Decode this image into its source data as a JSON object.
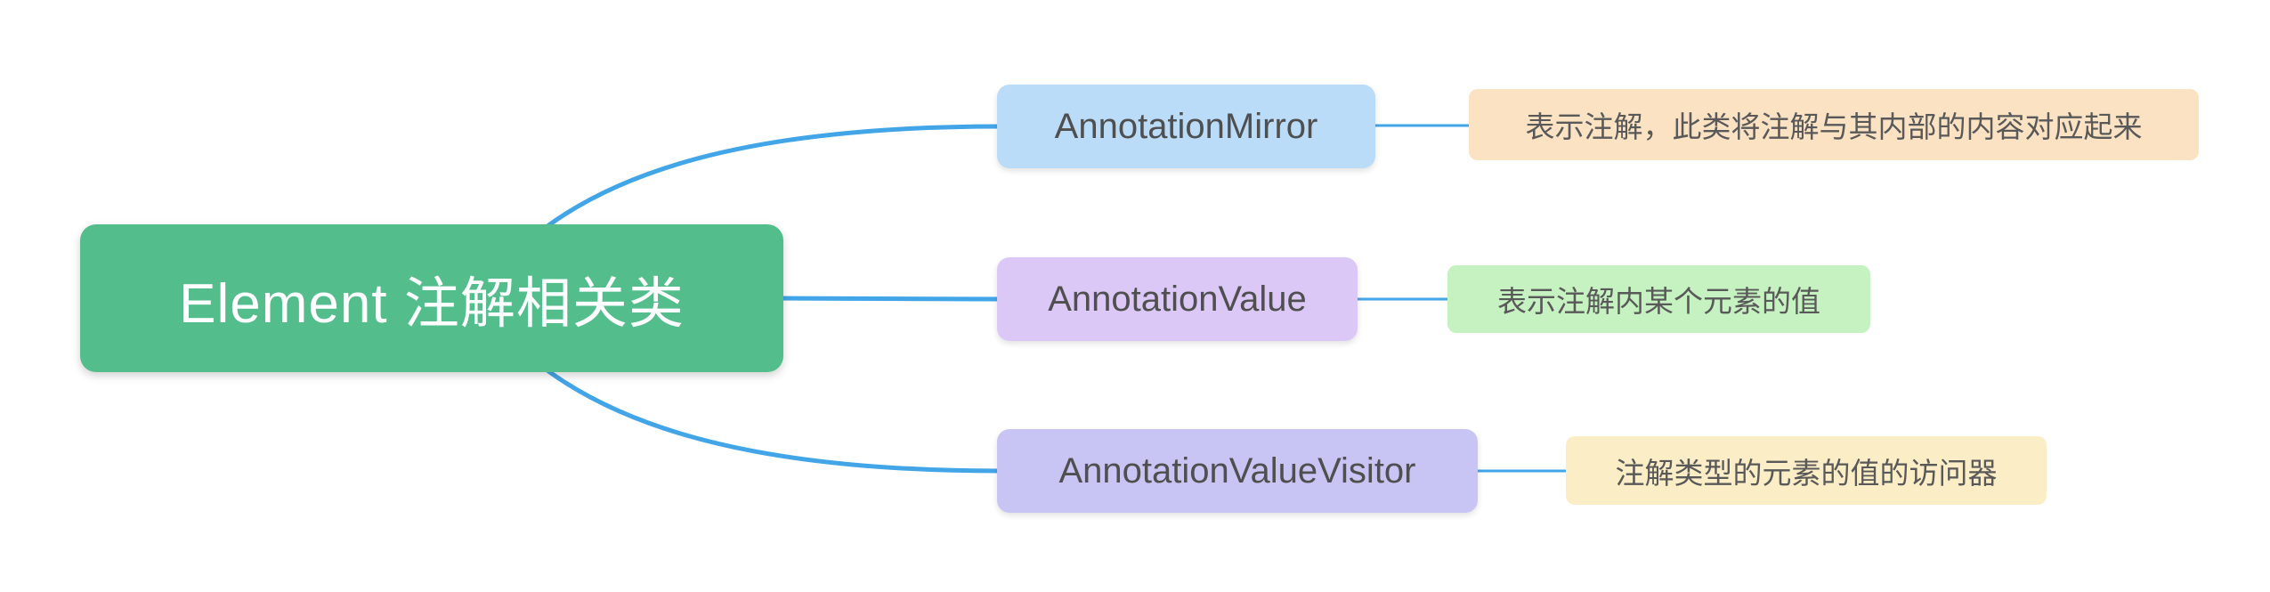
{
  "canvas": {
    "background": "#ffffff",
    "connector_color": "#42a5e7"
  },
  "root": {
    "label": "Element 注解相关类",
    "bg": "#53be8c",
    "text_color": "#ffffff"
  },
  "branches": [
    {
      "label": "AnnotationMirror",
      "bg": "#badcf8",
      "note": "表示注解，此类将注解与其内部的内容对应起来",
      "note_bg": "#fbe2c3"
    },
    {
      "label": "AnnotationValue",
      "bg": "#dcc8f7",
      "note": "表示注解内某个元素的值",
      "note_bg": "#c6f2c1"
    },
    {
      "label": "AnnotationValueVisitor",
      "bg": "#c8c5f4",
      "note": "注解类型的元素的值的访问器",
      "note_bg": "#fbedc5"
    }
  ]
}
